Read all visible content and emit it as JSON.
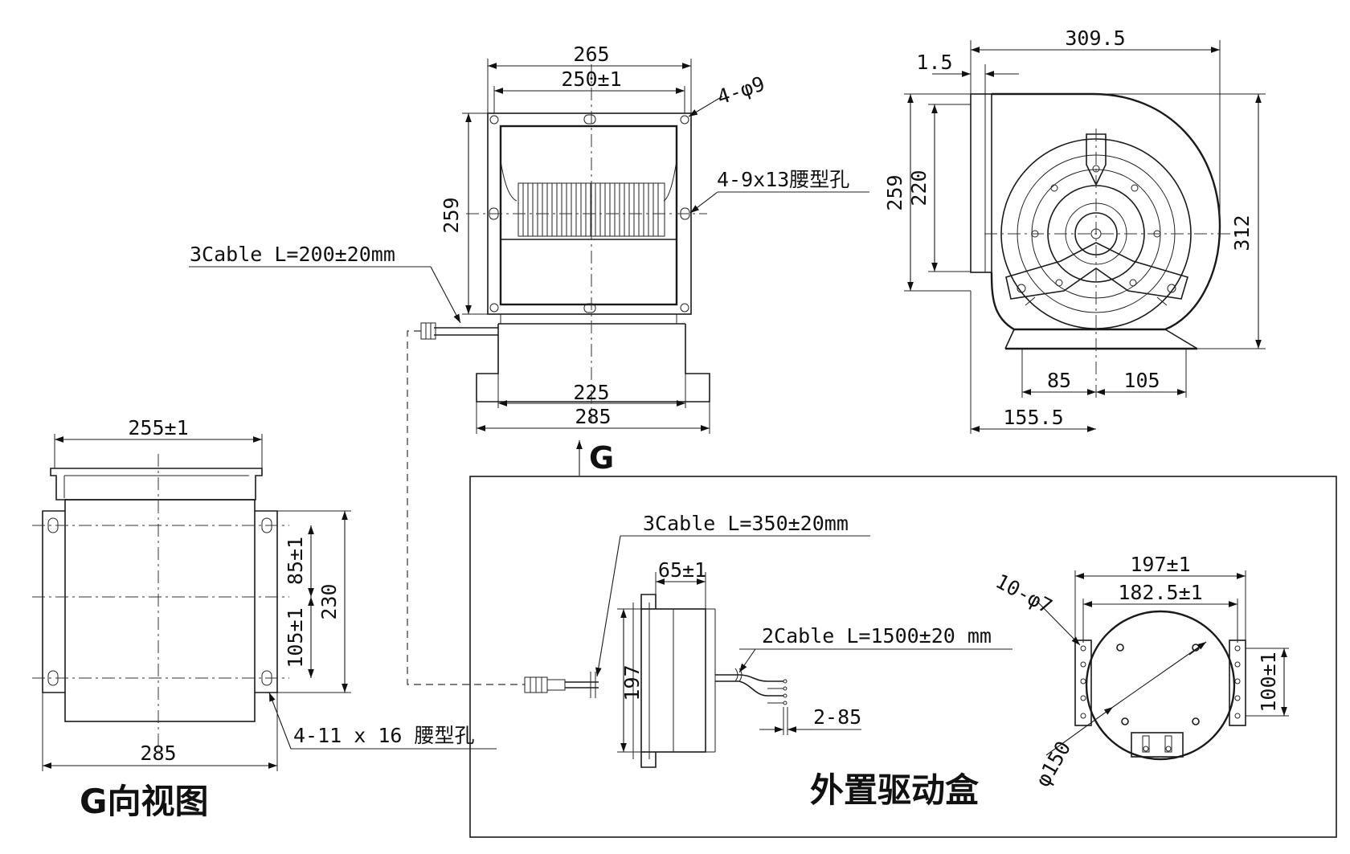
{
  "views": {
    "g_view_title": "G向视图",
    "driver_box_title": "外置驱动盒",
    "g_marker": "G"
  },
  "front_view": {
    "dims": {
      "width_265": "265",
      "width_250": "250±1",
      "height_259": "259",
      "holes_4_phi9": "4-φ9",
      "slots_4_9x13": "4-9x13腰型孔",
      "cable_3": "3Cable L=200±20mm",
      "base_225": "225",
      "base_285": "285"
    }
  },
  "side_view": {
    "dims": {
      "overall_309_5": "309.5",
      "offset_1_5": "1.5",
      "height_259": "259",
      "height_220": "220",
      "height_312": "312",
      "base_85": "85",
      "base_105": "105",
      "base_155_5": "155.5"
    }
  },
  "g_view": {
    "dims": {
      "top_255": "255±1",
      "slot_85": "85±1",
      "slot_105": "105±1",
      "height_230": "230",
      "bottom_285": "285",
      "slots_4_11x16": "4-11 x 16 腰型孔"
    }
  },
  "driver_box": {
    "dims": {
      "cable_3": "3Cable L=350±20mm",
      "depth_65": "65±1",
      "height_197": "197",
      "cable_2": "2Cable L=1500±20 mm",
      "wires_2_85": "2-85",
      "width_197": "197±1",
      "width_182_5": "182.5±1",
      "holes_10_phi7": "10-φ7",
      "height_100": "100±1",
      "diameter_150": "φ150"
    }
  }
}
